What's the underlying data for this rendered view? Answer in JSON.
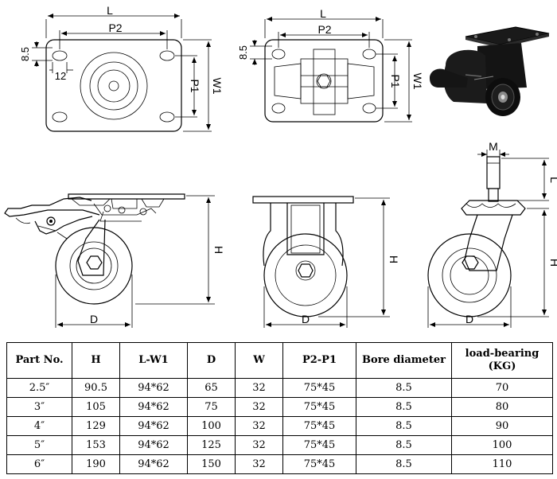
{
  "dimension_labels": {
    "L": "L",
    "P2": "P2",
    "P1": "P1",
    "W1": "W1",
    "H": "H",
    "D": "D",
    "M": "M",
    "top_hole_offset": "8.5",
    "left_hole_offset": "12"
  },
  "table": {
    "headers": [
      "Part No.",
      "H",
      "L-W1",
      "D",
      "W",
      "P2-P1",
      "Bore diameter",
      "load-bearing",
      "(KG)"
    ],
    "rows": [
      [
        "2.5″",
        "90.5",
        "94*62",
        "65",
        "32",
        "75*45",
        "8.5",
        "70"
      ],
      [
        "3″",
        "105",
        "94*62",
        "75",
        "32",
        "75*45",
        "8.5",
        "80"
      ],
      [
        "4″",
        "129",
        "94*62",
        "100",
        "32",
        "75*45",
        "8.5",
        "90"
      ],
      [
        "5″",
        "153",
        "94*62",
        "125",
        "32",
        "75*45",
        "8.5",
        "100"
      ],
      [
        "6″",
        "190",
        "94*62",
        "150",
        "32",
        "75*45",
        "8.5",
        "110"
      ]
    ]
  },
  "colors": {
    "line": "#000000",
    "wheel_dark": "#111111",
    "wheel_hub": "#8a8a8a"
  }
}
